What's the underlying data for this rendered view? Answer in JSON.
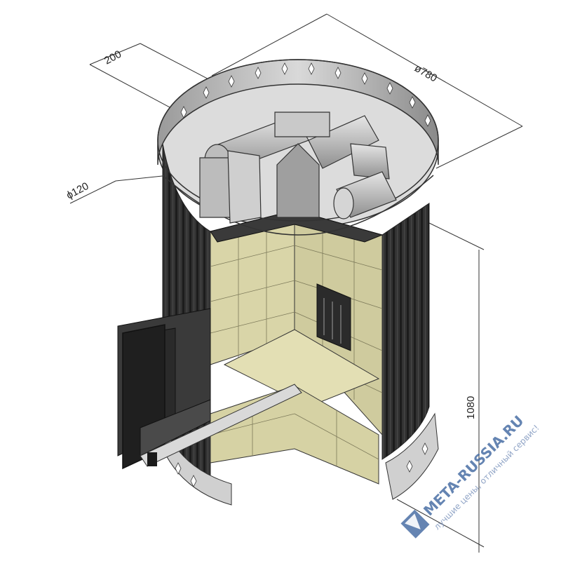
{
  "drawing": {
    "dimensions": {
      "diameter": "ø780",
      "height": "1080",
      "offset": "200",
      "pipe": "ϕ120"
    }
  },
  "watermark": {
    "brand": "META-RUSSIA.RU",
    "tagline": "лучшие цены, отличный сервис!",
    "colors": {
      "brand": "#4a6fa5",
      "stripe": "#c7d3e6"
    }
  },
  "colors": {
    "steel": "#bfbfbf",
    "steel_dark": "#8c8c8c",
    "brick": "#d8d4a6",
    "brick_dark": "#b9b58a",
    "cast_iron": "#2a2a2a",
    "panel": "#3a3a3a"
  }
}
